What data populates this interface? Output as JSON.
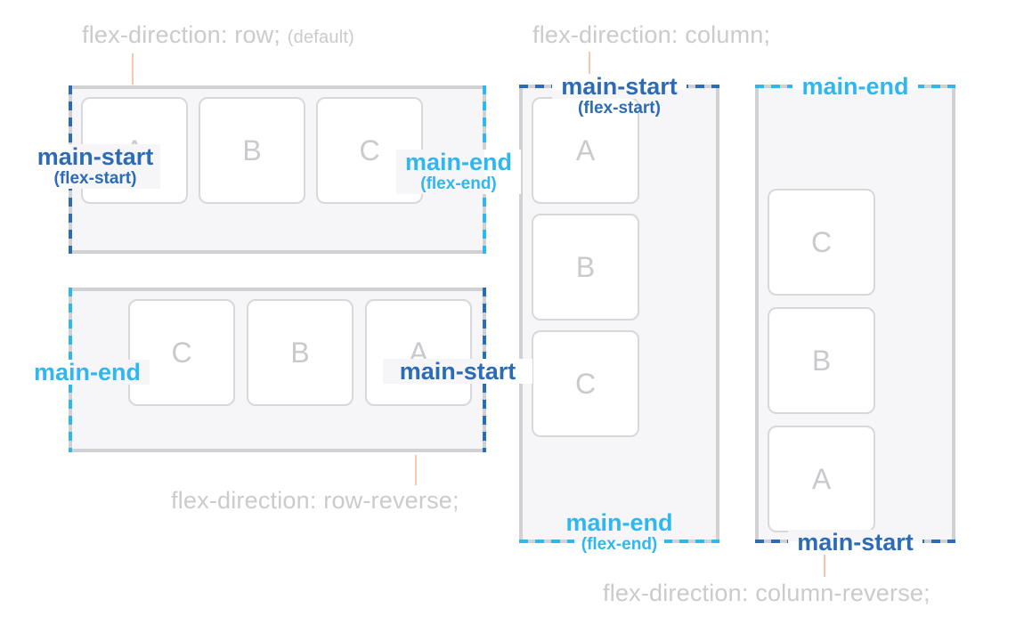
{
  "colors": {
    "main_start_blue": "#2d6cb5",
    "main_end_cyan": "#30b7f0",
    "caption_gray": "#cbcbcb",
    "connector_peach": "#f5c8ae",
    "container_fill": "#f6f6f8"
  },
  "captions": {
    "row": {
      "text": "flex-direction: row;",
      "note": "(default)"
    },
    "column": {
      "text": "flex-direction: column;"
    },
    "row_reverse": {
      "text": "flex-direction: row-reverse;"
    },
    "column_reverse": {
      "text": "flex-direction: column-reverse;"
    }
  },
  "containers": {
    "row": {
      "items": [
        "A",
        "B",
        "C"
      ],
      "start_label": "main-start",
      "start_sublabel": "(flex-start)",
      "end_label": "main-end",
      "end_sublabel": "(flex-end)"
    },
    "row_reverse": {
      "items": [
        "A",
        "B",
        "C"
      ],
      "start_label": "main-start",
      "end_label": "main-end"
    },
    "column": {
      "items": [
        "A",
        "B",
        "C"
      ],
      "start_label": "main-start",
      "start_sublabel": "(flex-start)",
      "end_label": "main-end",
      "end_sublabel": "(flex-end)"
    },
    "column_reverse": {
      "items": [
        "A",
        "B",
        "C"
      ],
      "start_label": "main-start",
      "end_label": "main-end"
    }
  }
}
